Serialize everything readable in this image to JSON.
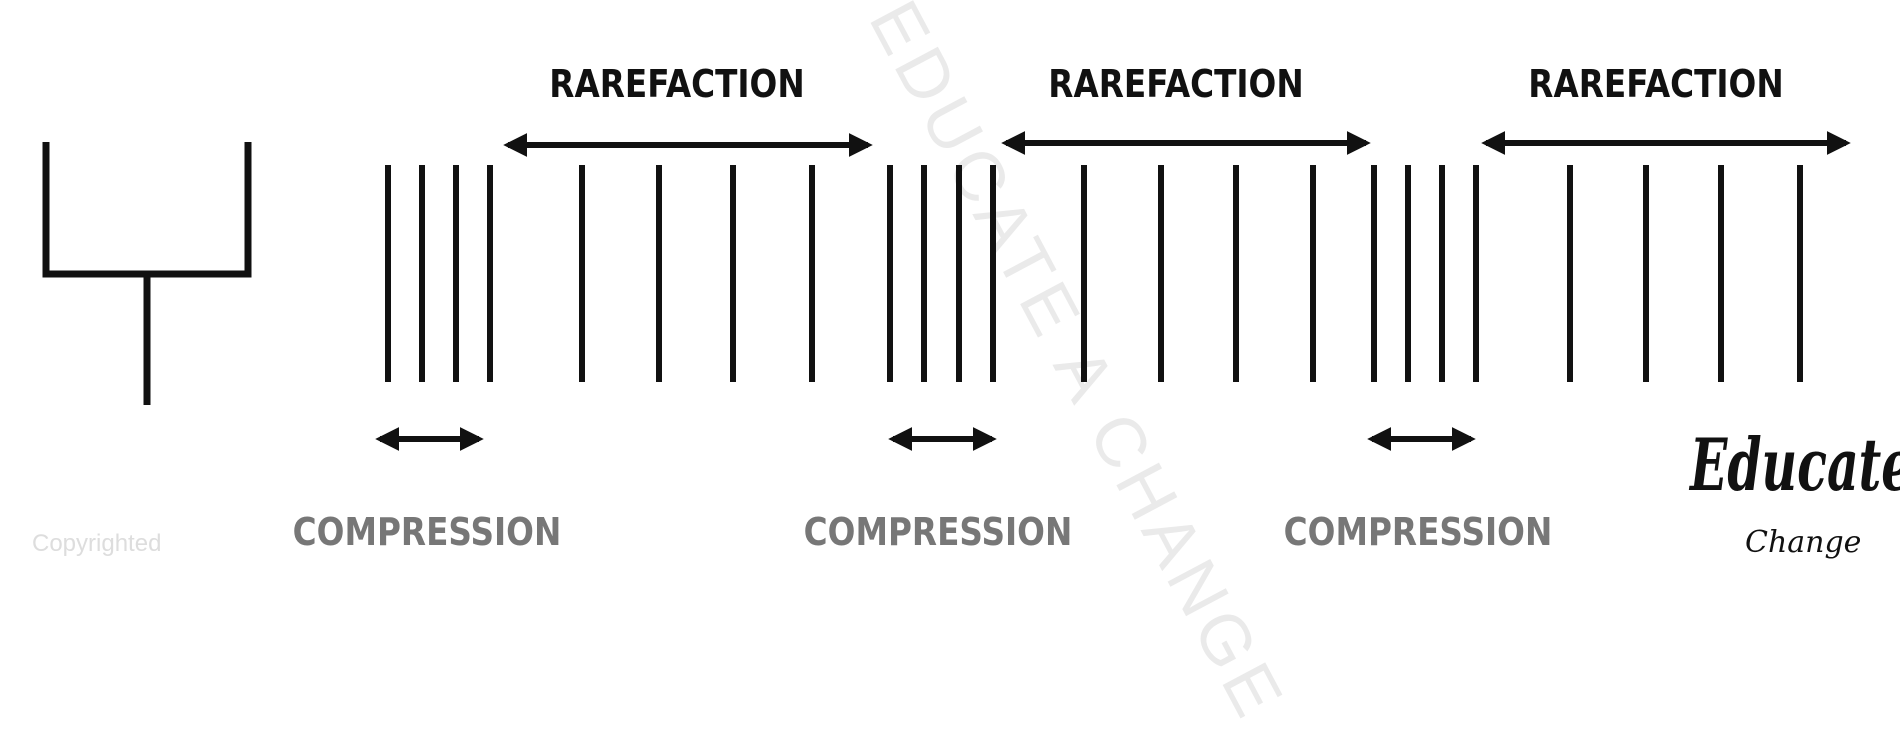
{
  "labels": {
    "rarefaction": [
      "RAREFACTION",
      "RAREFACTION",
      "RAREFACTION"
    ],
    "compression": [
      "COMPRESSION",
      "COMPRESSION",
      "COMPRESSION"
    ]
  },
  "watermark": "EDUCATE A CHANGE",
  "copyright": "Copyrighted",
  "logo": {
    "line1": "Educate",
    "line2": "Change"
  },
  "colors": {
    "ink": "#111111",
    "compression_text": "#777777"
  }
}
